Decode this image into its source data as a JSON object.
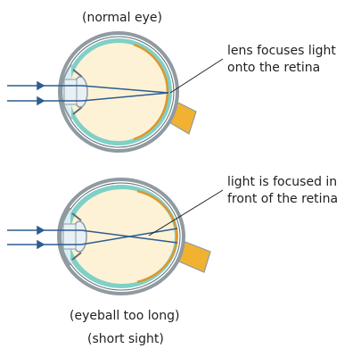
{
  "normal_eye": {
    "caption": "(normal eye)",
    "annotation_line1": "lens focuses light",
    "annotation_line2": "onto the retina"
  },
  "long_eyeball": {
    "caption_line1": "(eyeball too long)",
    "caption_line2": "(short sight)",
    "annotation_line1": "light is focused in",
    "annotation_line2": "front of the retina"
  },
  "colors": {
    "sclera": "#8f9aa1",
    "choroid": "#7fd0c6",
    "vitreous": "#fdf2d6",
    "retina": "#e0962a",
    "optic_nerve": "#f1b232",
    "lens": "#e8f0f6",
    "rays": "#2b5d8f",
    "label_line": "#222222"
  }
}
